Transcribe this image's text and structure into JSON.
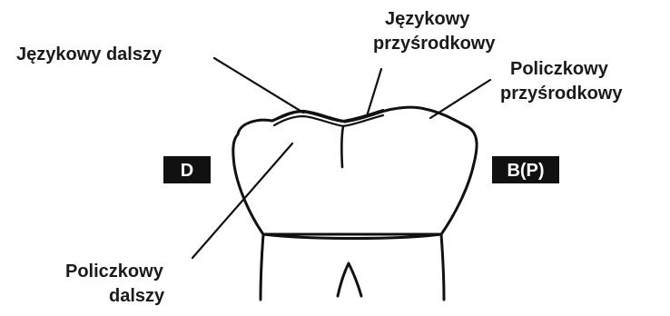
{
  "labels": {
    "lingual_distal": "Językowy dalszy",
    "lingual_mesial_line1": "Językowy",
    "lingual_mesial_line2": "przyśrodkowy",
    "buccal_mesial_line1": "Policzkowy",
    "buccal_mesial_line2": "przyśrodkowy",
    "buccal_distal_line1": "Policzkowy",
    "buccal_distal_line2": "dalszy"
  },
  "badges": {
    "left": "D",
    "right": "B(P)"
  },
  "colors": {
    "ink": "#111111",
    "badge_bg": "#111111",
    "badge_text": "#ffffff",
    "background": "#ffffff"
  }
}
